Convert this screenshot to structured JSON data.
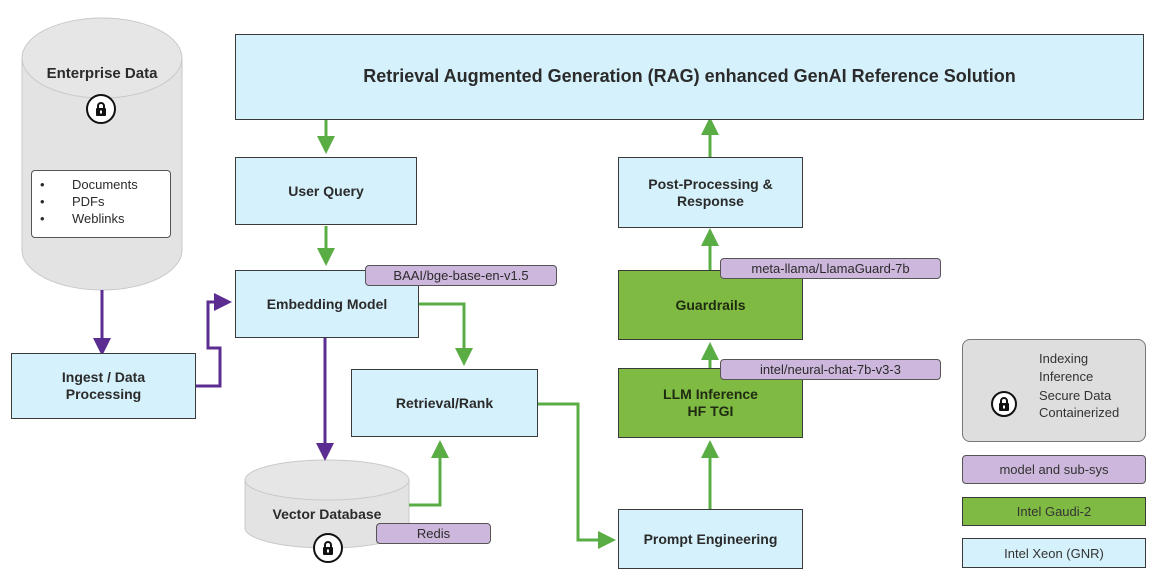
{
  "title": "Retrieval Augmented Generation (RAG) enhanced GenAI Reference Solution",
  "enterprise_data": {
    "label": "Enterprise Data",
    "items": [
      "Documents",
      "PDFs",
      "Weblinks"
    ]
  },
  "nodes": {
    "user_query": "User Query",
    "embedding_model": "Embedding Model",
    "ingest": "Ingest / Data\nProcessing",
    "retrieval_rank": "Retrieval/Rank",
    "vector_db": "Vector Database",
    "prompt_engineering": "Prompt Engineering",
    "llm_inference": "LLM Inference\nHF TGI",
    "guardrails": "Guardrails",
    "post_processing": "Post-Processing &\nResponse"
  },
  "tags": {
    "embedding": "BAAI/bge-base-en-v1.5",
    "redis": "Redis",
    "llama_guard": "meta-llama/LlamaGuard-7b",
    "neural_chat": "intel/neural-chat-7b-v3-3"
  },
  "legend": {
    "indexing": "Indexing",
    "inference": "Inference",
    "secure": "Secure Data\nContainerized",
    "model": "model and sub-sys",
    "gaudi": "Intel Gaudi-2",
    "xeon": "Intel Xeon (GNR)"
  },
  "colors": {
    "indexing_arrow": "#5b2d91",
    "inference_arrow": "#5aac44",
    "xeon_fill": "#d5f1fb",
    "gaudi_fill": "#7fba42",
    "model_tag_fill": "#cdb7dc",
    "cylinder_fill": "#e3e3e3"
  },
  "icons": {
    "secure": "lock-icon"
  }
}
